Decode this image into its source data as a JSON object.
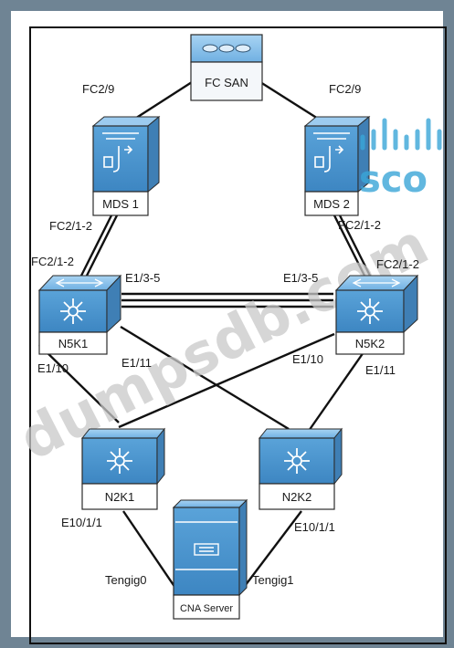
{
  "watermark": {
    "site": "dumpsdb.com",
    "logo_text": "sco",
    "logo_color": "#3aa6d8"
  },
  "devices": {
    "fc_san": "FC SAN",
    "mds1": "MDS 1",
    "mds2": "MDS 2",
    "n5k1": "N5K1",
    "n5k2": "N5K2",
    "n2k1": "N2K1",
    "n2k2": "N2K2",
    "server": "CNA Server"
  },
  "ports": {
    "mds1_fc": "FC2/9",
    "mds2_fc": "FC2/9",
    "mds1_down": "FC2/1-2",
    "n5k1_up": "FC2/1-2",
    "mds2_down": "FC2/1-2",
    "n5k2_up": "FC2/1-2",
    "n5k1_e135": "E1/3-5",
    "n5k2_e135": "E1/3-5",
    "n5k1_e110": "E1/10",
    "n5k1_e111": "E1/11",
    "n5k2_e110": "E1/10",
    "n5k2_e111": "E1/11",
    "n2k1_e10": "E10/1/1",
    "n2k2_e10": "E10/1/1",
    "tengig0": "Tengig0",
    "tengig1": "Tengig1"
  },
  "colors": {
    "device_fill": "#5a9fd4",
    "device_top": "#86c0ea",
    "device_dark": "#3f84bb"
  }
}
